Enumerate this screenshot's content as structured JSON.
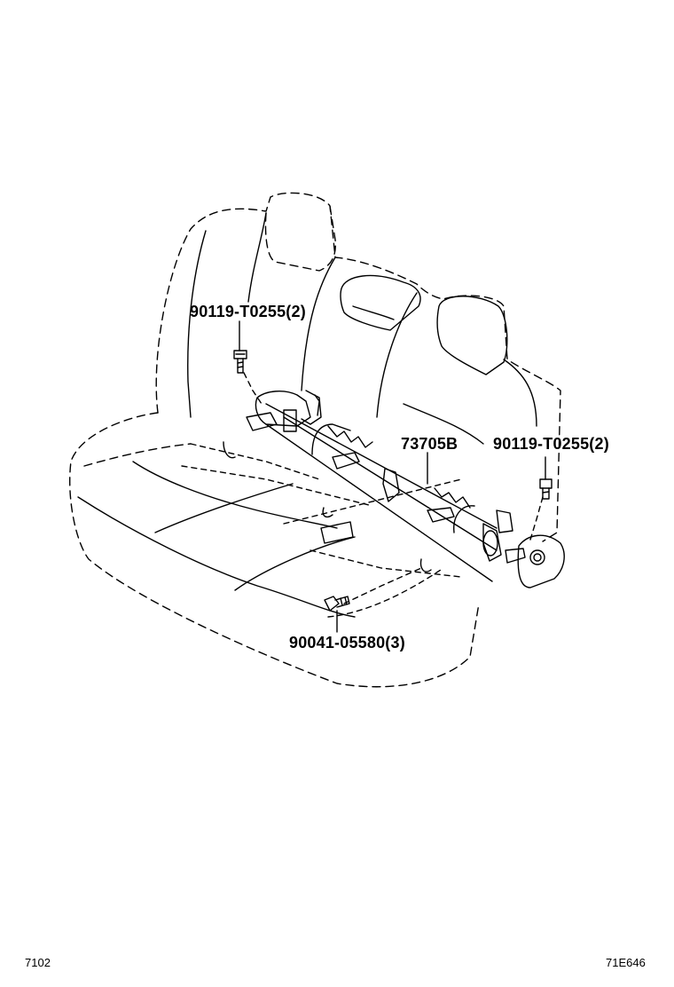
{
  "callouts": {
    "bolt_upper_left": "90119-T0255(2)",
    "bracket_main": "73705B",
    "bolt_upper_right": "90119-T0255(2)",
    "bolt_lower": "90041-05580(3)"
  },
  "footer": {
    "left_code": "7102",
    "right_code": "71E646"
  },
  "colors": {
    "line": "#000000",
    "background": "#ffffff"
  }
}
